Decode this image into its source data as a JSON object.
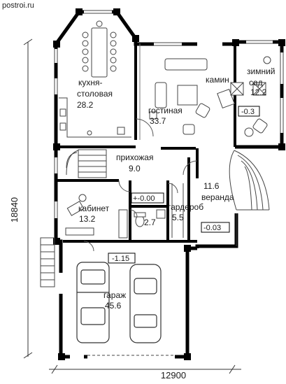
{
  "watermark": "postroi.ru",
  "dimensions": {
    "height": "18840",
    "width": "12900"
  },
  "rooms": {
    "kitchen": {
      "name": "кухня-",
      "name2": "столовая",
      "area": "28.2"
    },
    "living": {
      "name": "гостиная",
      "area": "33.7"
    },
    "fireplace": {
      "name": "камин"
    },
    "winter_garden": {
      "name": "зимний",
      "name2": "сад",
      "area": "12.2",
      "level": "-0.3"
    },
    "hall": {
      "name": "прихожая",
      "area": "9.0"
    },
    "entry_level": {
      "level": "+-0.00"
    },
    "veranda": {
      "area": "11.6",
      "name": "веранда",
      "level": "-0.03"
    },
    "wardrobe": {
      "name": "гардероб",
      "area": "5.5"
    },
    "bath": {
      "area": "2.7"
    },
    "office": {
      "name": "кабинет",
      "area": "13.2"
    },
    "garage": {
      "level": "-1.15",
      "name": "гараж",
      "area": "45.6"
    }
  },
  "colors": {
    "wall": "#000000",
    "line": "#444444",
    "text": "#1a1a1a"
  }
}
